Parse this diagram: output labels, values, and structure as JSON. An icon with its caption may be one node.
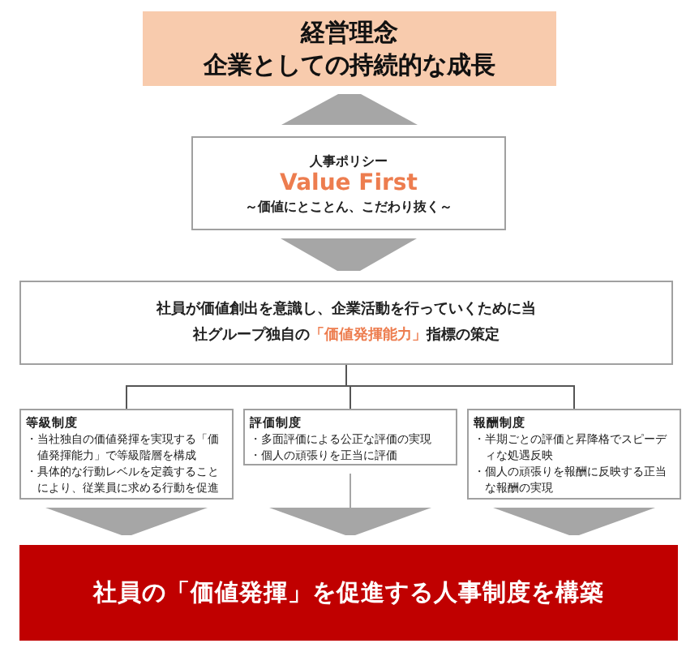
{
  "diagram": {
    "nodes": [
      {
        "text": [
          "経営理念",
          "企業としての持続的な成長"
        ]
      },
      {
        "text": [
          "人事ポリシー",
          "Value First",
          "～価値にとことん、こだわり抜く～"
        ]
      },
      {
        "text": [
          "社員が価値創出を意識し、企業活動を行っていくために当社グループ独自の**「価値発揮能力」**指標の策定"
        ]
      },
      {
        "text": [
          "等級制度",
          "・当社独自の価値発揮を実現する「価値発揮能力」で等級階層を構成",
          "・具体的な行動レベルを定義することにより、従業員に求める行動を促進"
        ]
      },
      {
        "text": [
          "評価制度",
          "・多面評価による公正な評価の実現",
          "・個人の頑張りを正当に評価"
        ]
      },
      {
        "text": [
          "報酬制度",
          "・半期ごとの評価と昇降格でスピーディな処遇反映",
          "・個人の頑張りを報酬に反映する正当な報酬の実現"
        ]
      },
      {
        "text": [
          "社員の「価値発揮」を促進する人事制度を構築"
        ]
      }
    ],
    "edges": [
      {
        "from": 1,
        "to": 0,
        "arrow": "to"
      },
      {
        "from": 1,
        "to": 2,
        "arrow": "to"
      },
      {
        "from": 2,
        "to": 3,
        "arrow": "none"
      },
      {
        "from": 2,
        "to": 4,
        "arrow": "none"
      },
      {
        "from": 2,
        "to": 5,
        "arrow": "none"
      },
      {
        "from": 3,
        "to": 6,
        "arrow": "to"
      },
      {
        "from": 4,
        "to": 6,
        "arrow": "to"
      },
      {
        "from": 5,
        "to": 6,
        "arrow": "to"
      }
    ]
  }
}
